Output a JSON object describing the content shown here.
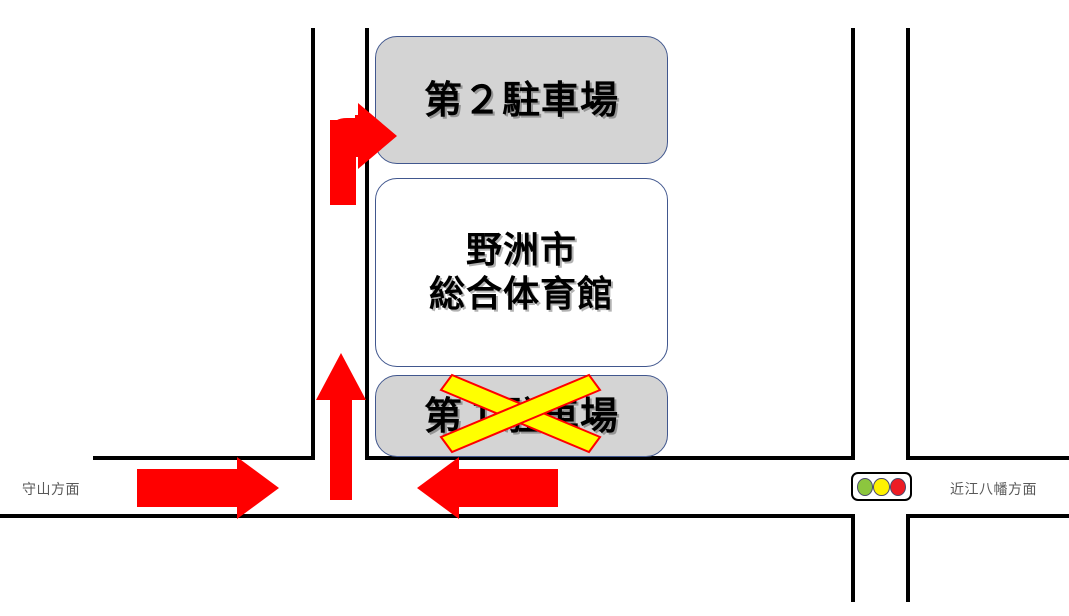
{
  "document": {
    "kind": "access-map",
    "description": "Parking guidance map for Yasu City Gymnasium"
  },
  "colors": {
    "arrow_red": "#FF0000",
    "road_black": "#000000",
    "box_fill_shaded": "#D4D4D4",
    "box_fill_plain": "#FFFFFF",
    "box_border": "#41578E",
    "cross_fill": "#FFFF00",
    "cross_stroke": "#FF0000",
    "label_gray": "#595959",
    "signal_green": "#8CC63E",
    "signal_yellow": "#FFF200",
    "signal_red": "#ED1C24"
  },
  "facilities": [
    {
      "id": "parking-lot-2",
      "label": "第２駐車場",
      "fill": "shaded",
      "crossed_out": false
    },
    {
      "id": "gymnasium",
      "label_line1": "野洲市",
      "label_line2": "総合体育館",
      "fill": "plain",
      "crossed_out": false
    },
    {
      "id": "parking-lot-1",
      "label": "第１駐車場",
      "fill": "shaded",
      "crossed_out": true
    }
  ],
  "direction_labels": {
    "west": "守山方面",
    "east": "近江八幡方面"
  },
  "traffic_signal": {
    "name": "traffic-light",
    "lamps": [
      "green",
      "yellow",
      "red"
    ]
  },
  "arrows": [
    {
      "id": "arrow-turn-right-into-parking-2",
      "direction": "up-then-right",
      "meaning": "route into 第２駐車場"
    },
    {
      "id": "arrow-up-north",
      "direction": "up",
      "meaning": "northbound approach lane"
    },
    {
      "id": "arrow-east-from-moriyama",
      "direction": "right",
      "meaning": "eastbound from 守山方面"
    },
    {
      "id": "arrow-west-from-omihachiman",
      "direction": "left",
      "meaning": "westbound from 近江八幡方面"
    }
  ]
}
